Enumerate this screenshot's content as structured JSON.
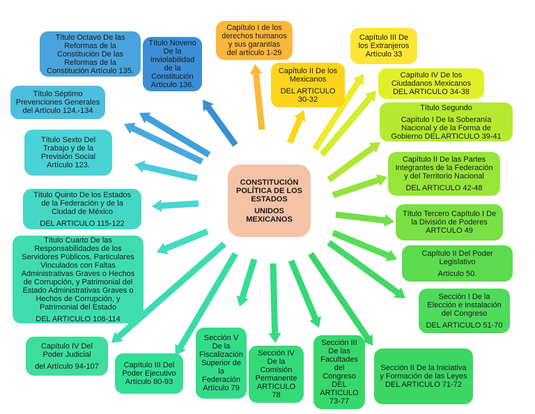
{
  "center": {
    "line1": "CONSTITUCIÓN",
    "line2": "POLÍTICA DE LOS",
    "line3": "ESTADOS",
    "line4": "UNIDOS",
    "line5": "MEXICANOS"
  },
  "nodes": {
    "titulo_octavo": [
      "Título Octavo De las",
      "Reformas de la",
      "Constitución  De las",
      "Reformas de la",
      "Constitución  Artículo 135."
    ],
    "titulo_noveno": [
      "Título Noveno",
      "De la",
      "Inviolabilidad",
      "de la",
      "Constitución",
      "Artículo 136."
    ],
    "capitulo_i": [
      "Capítulo I de los",
      "derechos humanos",
      "y sus garantías",
      "del artículo 1-29"
    ],
    "capitulo_ii_mexicanos": [
      "Capítulo II De los",
      "Mexicanos",
      "DEL ARTICULO",
      "30-32"
    ],
    "capitulo_iii_extranjeros": [
      "Capítulo III De",
      "los Extranjeros",
      "Artículo 33"
    ],
    "capitulo_iv_ciudadanos": [
      "Capítulo IV De los",
      "Ciudadanos Mexicanos",
      "DEL ARTICULO 34-38"
    ],
    "titulo_segundo": [
      "Título Segundo",
      "Capítulo I De la Soberanía",
      "Nacional y de la Forma de",
      "Gobierno DEL ARTICULO 39-41"
    ],
    "capitulo_ii_partes": [
      "Capítulo II De las Partes",
      "Integrantes de la Federación",
      "y del Territorio Nacional",
      "DEL ARTICULO 42-48"
    ],
    "titulo_tercero": [
      "Título Tercero Capítulo I De",
      "la División de Poderes",
      "ARTCULO 49"
    ],
    "capitulo_ii_poder_legislativo": [
      "Capítulo II Del Poder",
      "Legislativo",
      "Artículo 50."
    ],
    "seccion_i": [
      "Sección I De la",
      "Elección e Instalación",
      "del Congreso",
      "DEL ARTICULO 51-70"
    ],
    "seccion_ii": [
      "Sección II De la Iniciativa",
      "y Formación de las Leyes",
      "DEL ARTICULO 71-72"
    ],
    "seccion_iii": [
      "Sección III",
      "De las",
      "Facultades",
      "del",
      "Congreso",
      "DEL",
      "ARTICULO",
      "73-77"
    ],
    "seccion_iv": [
      "Sección IV",
      "De la",
      "Comisión",
      "Permanente",
      "ARTICULO",
      "78"
    ],
    "seccion_v": [
      "Sección V",
      "De la",
      "Fiscalización",
      "Superior de la",
      "Federación",
      "Artículo 79"
    ],
    "capitulo_iii_ejecutivo": [
      "Capítulo III Del",
      "Poder Ejecutivo",
      "Artículo 80-93"
    ],
    "capitulo_iv_judicial": [
      "Capítulo IV Del",
      "Poder Judicial",
      "del Artículo 94-107"
    ],
    "titulo_cuarto": [
      "Título Cuarto De las",
      "Responsabilidades de los",
      "Servidores Públicos, Particulares",
      "Vinculados con Faltas",
      "Administrativas Graves o Hechos",
      "de Corrupción, y Patrimonial del",
      "Estado Administrativas Graves o",
      "Hechos de Corrupción, y",
      "Patrimonial del Estado",
      "DEL ARTICULO 108-114"
    ],
    "titulo_quinto": [
      "Título Quinto De los Estados",
      "de la Federación y de la",
      "Ciudad de México",
      "DEL ARTICULO 115-122"
    ],
    "titulo_sexto": [
      "Título Sexto Del",
      "Trabajo y de la",
      "Previsión Social",
      "Artículo 123."
    ],
    "titulo_septimo": [
      "Título Séptimo",
      "Prevenciones Generales",
      "del Artículo 124.-134"
    ]
  },
  "colors": {
    "center": "#f5c2a6",
    "blue": "#4a9fd8",
    "cyan": "#4fd3d8",
    "orange": "#fbb73c",
    "yellow": "#fbe635",
    "lime": "#c5ed27",
    "green": "#2fd97a",
    "teal": "#3fe0b0"
  }
}
